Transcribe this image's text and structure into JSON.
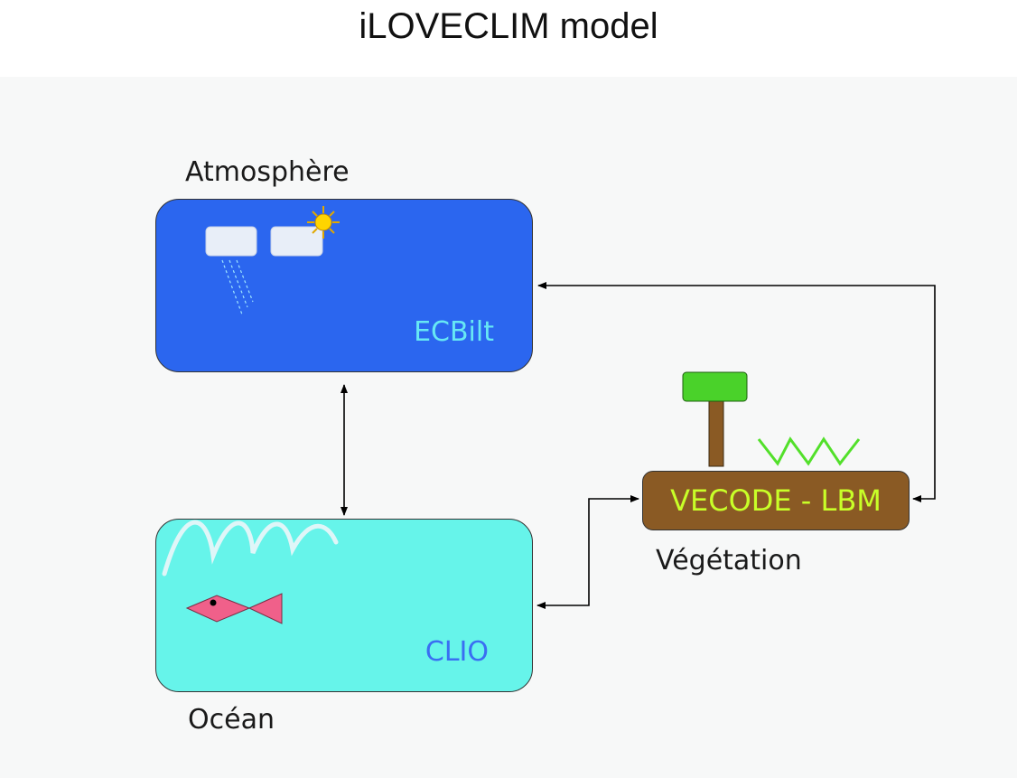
{
  "title": "iLOVECLIM model",
  "atmosphere": {
    "label": "Atmosphère",
    "model": "ECBilt"
  },
  "ocean": {
    "label": "Océan",
    "model": "CLIO"
  },
  "vegetation": {
    "label": "Végétation",
    "model": "VECODE - LBM"
  },
  "colors": {
    "atmosphere_box": "#2b66ef",
    "ocean_box": "#66f4ea",
    "vegetation_box": "#8a5a24",
    "vegetation_text": "#c8ff28",
    "atmosphere_text": "#67e8f4",
    "ocean_text": "#3a6ef2",
    "fish": "#f0608a",
    "tree_crown": "#4ad22a",
    "sun": "#ffd400"
  },
  "icons": [
    "cloud-icon",
    "rain-icon",
    "sun-icon",
    "wave-icon",
    "fish-icon",
    "tree-icon",
    "grass-icon"
  ]
}
